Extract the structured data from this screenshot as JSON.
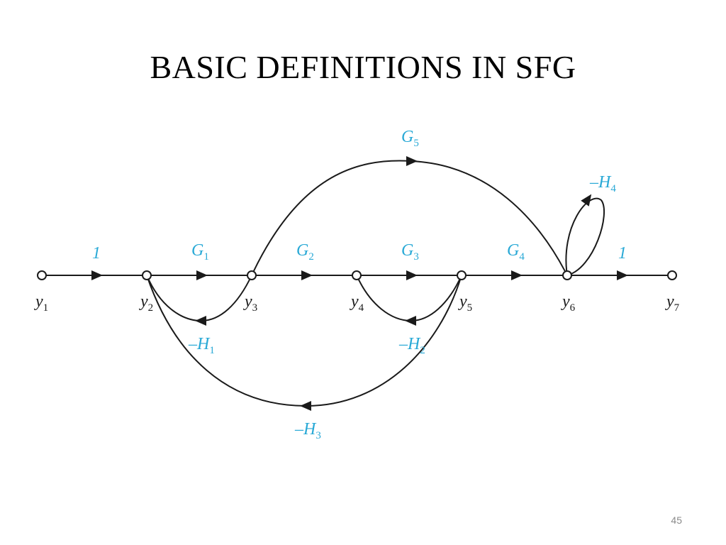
{
  "slide": {
    "title": "BASIC DEFINITIONS IN SFG",
    "page_number": "45"
  },
  "colors": {
    "gain_text": "#29a9d6",
    "line": "#1a1a1a",
    "node_fill": "#ffffff"
  },
  "nodes": [
    {
      "id": "y1",
      "base": "y",
      "sub": "1"
    },
    {
      "id": "y2",
      "base": "y",
      "sub": "2"
    },
    {
      "id": "y3",
      "base": "y",
      "sub": "3"
    },
    {
      "id": "y4",
      "base": "y",
      "sub": "4"
    },
    {
      "id": "y5",
      "base": "y",
      "sub": "5"
    },
    {
      "id": "y6",
      "base": "y",
      "sub": "6"
    },
    {
      "id": "y7",
      "base": "y",
      "sub": "7"
    }
  ],
  "branches": [
    {
      "id": "e12",
      "from": "y1",
      "to": "y2",
      "gain": {
        "sign": "",
        "base": "1",
        "sub": ""
      }
    },
    {
      "id": "e23",
      "from": "y2",
      "to": "y3",
      "gain": {
        "sign": "",
        "base": "G",
        "sub": "1"
      }
    },
    {
      "id": "e34",
      "from": "y3",
      "to": "y4",
      "gain": {
        "sign": "",
        "base": "G",
        "sub": "2"
      }
    },
    {
      "id": "e45",
      "from": "y4",
      "to": "y5",
      "gain": {
        "sign": "",
        "base": "G",
        "sub": "3"
      }
    },
    {
      "id": "e56",
      "from": "y5",
      "to": "y6",
      "gain": {
        "sign": "",
        "base": "G",
        "sub": "4"
      }
    },
    {
      "id": "e67",
      "from": "y6",
      "to": "y7",
      "gain": {
        "sign": "",
        "base": "1",
        "sub": ""
      }
    },
    {
      "id": "e36",
      "from": "y3",
      "to": "y6",
      "gain": {
        "sign": "",
        "base": "G",
        "sub": "5"
      }
    },
    {
      "id": "e32",
      "from": "y3",
      "to": "y2",
      "gain": {
        "sign": "–",
        "base": "H",
        "sub": "1"
      }
    },
    {
      "id": "e54",
      "from": "y5",
      "to": "y4",
      "gain": {
        "sign": "–",
        "base": "H",
        "sub": "2"
      }
    },
    {
      "id": "e52",
      "from": "y5",
      "to": "y2",
      "gain": {
        "sign": "–",
        "base": "H",
        "sub": "3"
      }
    },
    {
      "id": "e66",
      "from": "y6",
      "to": "y6",
      "gain": {
        "sign": "–",
        "base": "H",
        "sub": "4"
      }
    }
  ]
}
